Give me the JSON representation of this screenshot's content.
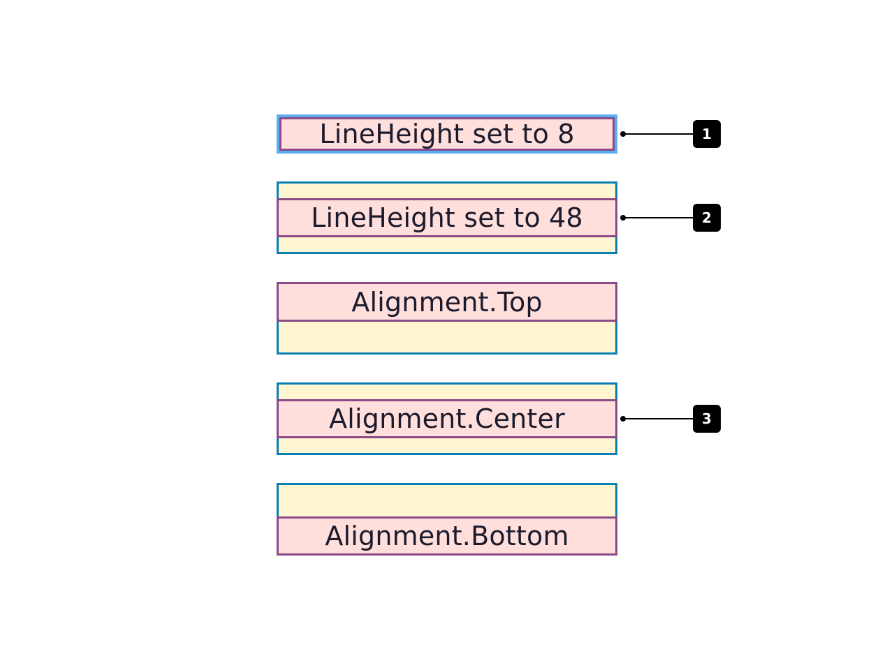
{
  "boxes": [
    {
      "label": "LineHeight set to 8"
    },
    {
      "label": "LineHeight set to 48"
    },
    {
      "label": "Alignment.Top"
    },
    {
      "label": "Alignment.Center"
    },
    {
      "label": "Alignment.Bottom"
    }
  ],
  "callouts": [
    {
      "number": "1"
    },
    {
      "number": "2"
    },
    {
      "number": "3"
    }
  ],
  "colors": {
    "outer_border": "#0a7fb4",
    "outer_border_light": "#5aaef0",
    "outer_fill": "#fff5d1",
    "inner_border": "#8b4a88",
    "inner_fill": "#ffdfdb",
    "badge": "#000000"
  }
}
